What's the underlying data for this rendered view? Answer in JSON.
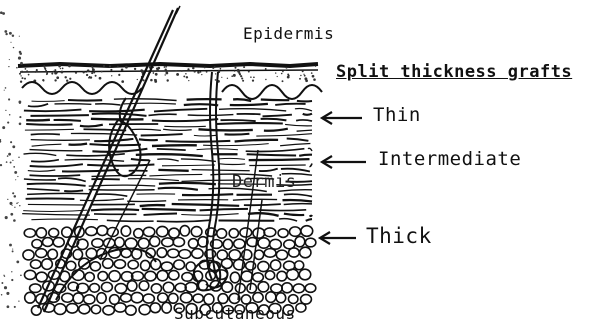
{
  "diagram": {
    "labels": {
      "epidermis": "Epidermis",
      "graft_heading": "Split thickness grafts",
      "thin": "Thin",
      "intermediate": "Intermediate",
      "dermis": "Dermis",
      "thick": "Thick",
      "subcutaneous": "Subcutaneous"
    },
    "colors": {
      "ink": "#111111",
      "background": "#ffffff"
    }
  }
}
